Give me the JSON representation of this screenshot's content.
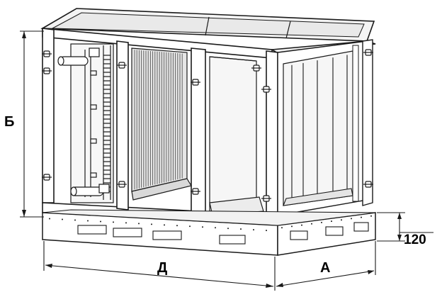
{
  "dimensions": {
    "height_label": "Б",
    "length_label": "Д",
    "width_label": "А",
    "base_height_value": "120"
  },
  "colors": {
    "line": "#1a1a1a",
    "frame_fill": "#ffffff",
    "panel_fill": "#f4f4f4",
    "shade": "#cfcfcf",
    "dark_shade": "#8a8a8a"
  }
}
